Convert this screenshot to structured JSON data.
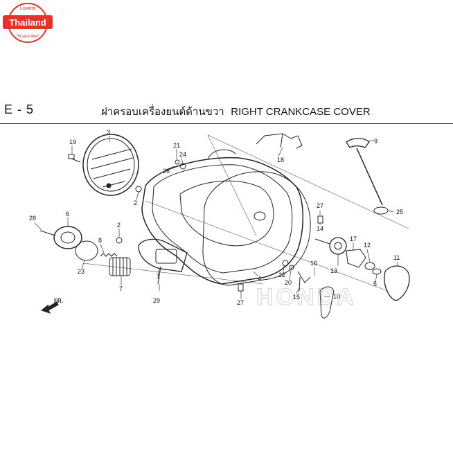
{
  "badge": {
    "top_text": "Lowest",
    "main_text": "Thailand",
    "bottom_text": "*Guarantee*",
    "colors": {
      "ring": "#e8312b",
      "banner": "#e8312b",
      "text": "#ffffff"
    }
  },
  "header": {
    "code": "E - 5",
    "title_thai": "ฝาครอบเครื่องยนต์ด้านขวา",
    "title_en": "RIGHT CRANKCASE COVER"
  },
  "diagram": {
    "watermark": "HONDA",
    "direction_label": "FR.",
    "callouts": {
      "n1": "1",
      "n2a": "2",
      "n2b": "2",
      "n3": "3",
      "n4": "4",
      "n5": "5",
      "n6": "6",
      "n7": "7",
      "n8": "8",
      "n9": "9",
      "n10": "10",
      "n11": "11",
      "n12": "12",
      "n13": "13",
      "n14": "14",
      "n15": "15",
      "n16": "16",
      "n17": "17",
      "n18": "18",
      "n19": "19",
      "n20": "20",
      "n21": "21",
      "n22": "22",
      "n23": "23",
      "n24": "24",
      "n25": "25",
      "n26": "26",
      "n27a": "27",
      "n27b": "27",
      "n28": "28",
      "n29": "29"
    }
  }
}
